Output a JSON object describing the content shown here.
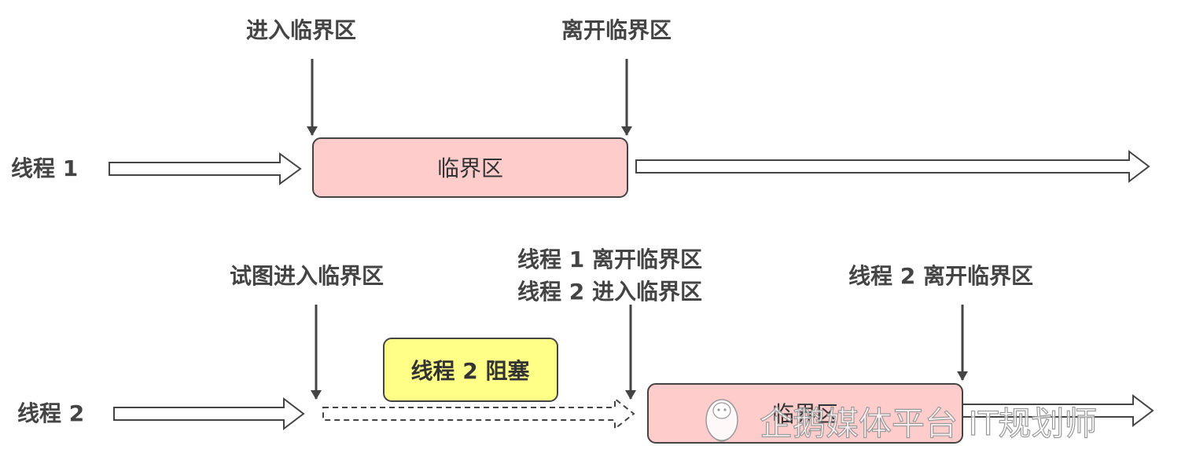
{
  "colors": {
    "critical_section_fill": "#ffcccc",
    "blocked_fill": "#ffff88",
    "arrow_stroke": "#444444",
    "text": "#444444"
  },
  "row1": {
    "thread_label": "线程 1",
    "enter_label": "进入临界区",
    "leave_label": "离开临界区",
    "box_label": "临界区"
  },
  "row2": {
    "thread_label": "线程 2",
    "try_label": "试图进入临界区",
    "handoff_line1": "线程 1 离开临界区",
    "handoff_line2": "线程 2 进入临界区",
    "leave_label": "线程 2 离开临界区",
    "blocked_label": "线程 2 阻塞",
    "box_label": "临界区"
  },
  "watermark": {
    "text": "企鹅媒体平台 IT规划师",
    "icon": "penguin-icon"
  }
}
